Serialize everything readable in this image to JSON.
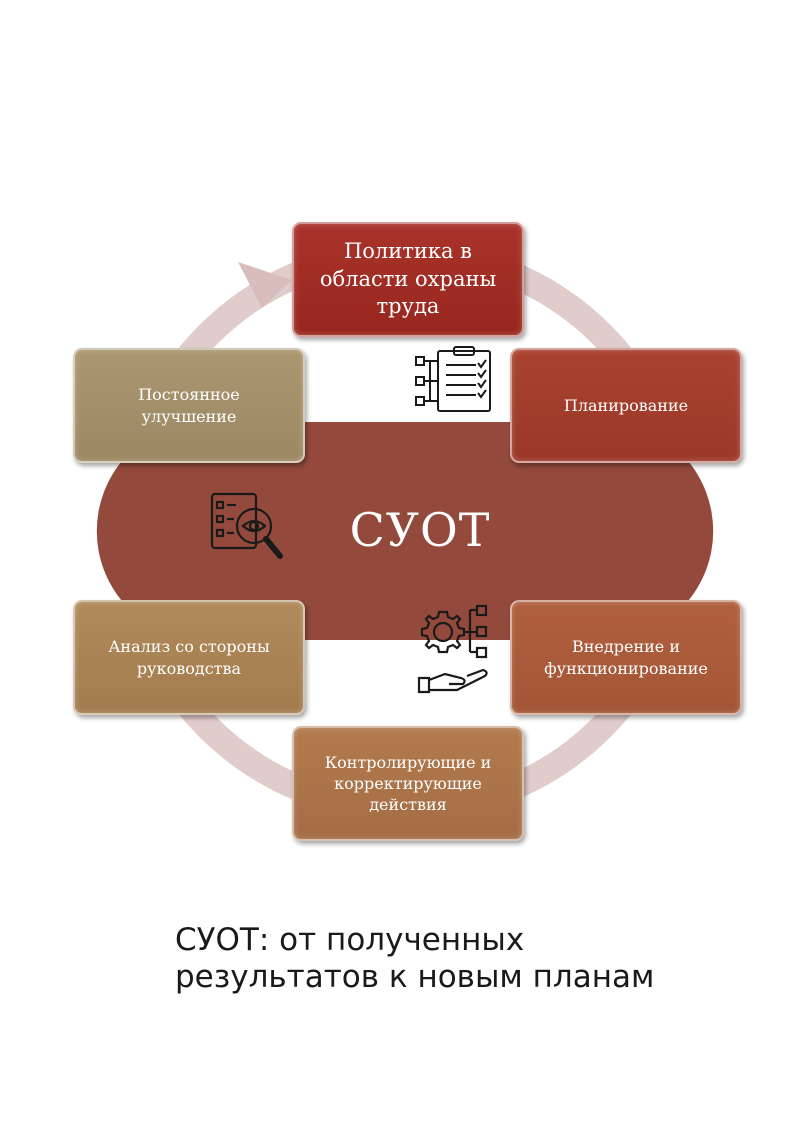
{
  "diagram": {
    "center_label": "СУОТ",
    "nodes": {
      "policy": "Политика в\nобласти охраны\nтруда",
      "planning": "Планирование",
      "implementation": "Внедрение и\nфункционирование",
      "control": "Контролирующие и\nкорректирующие\nдействия",
      "analysis": "Анализ со стороны\nруководства",
      "improvement": "Постоянное\nулучшение"
    },
    "icons": [
      "checklist-icon",
      "document-search-icon",
      "gear-hand-icon"
    ],
    "colors": {
      "center": "#934a3c",
      "ring": "#dcc3c3",
      "policy": "#a32f26",
      "planning": "#a53f2d",
      "implementation": "#ab5a3a",
      "control": "#ad744a",
      "analysis": "#ab8556",
      "improvement": "#a5926b"
    }
  },
  "caption": "СУОТ: от полученных\nрезультатов к новым планам"
}
